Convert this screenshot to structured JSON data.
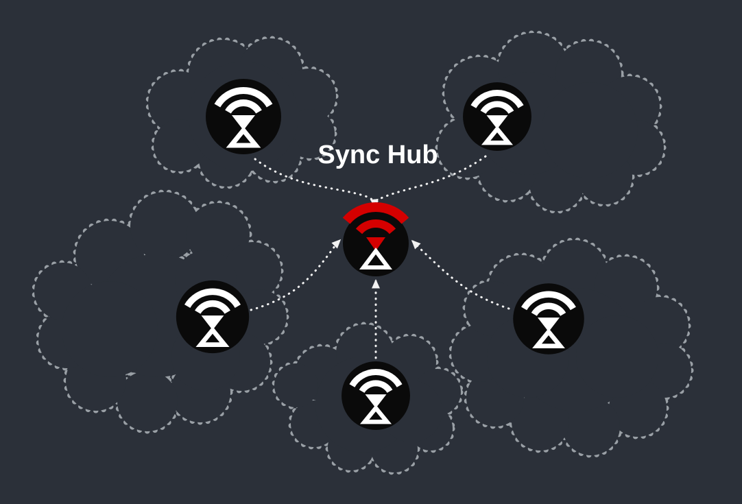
{
  "title": "Sync Hub",
  "colors": {
    "background": "#2b3039",
    "cloud_outline": "#9aa0a6",
    "arrow": "#f2f2f2",
    "node_fill": "#0a0a0a",
    "icon": "#ffffff",
    "accent_red": "#d40000",
    "label_text": "#ffffff"
  },
  "diagram": {
    "hub_label": "Sync Hub",
    "hub": {
      "name": "sync-hub"
    },
    "devices": [
      {
        "name": "device-top-left"
      },
      {
        "name": "device-top-right"
      },
      {
        "name": "device-mid-left"
      },
      {
        "name": "device-mid-right"
      },
      {
        "name": "device-bottom-center"
      }
    ]
  }
}
